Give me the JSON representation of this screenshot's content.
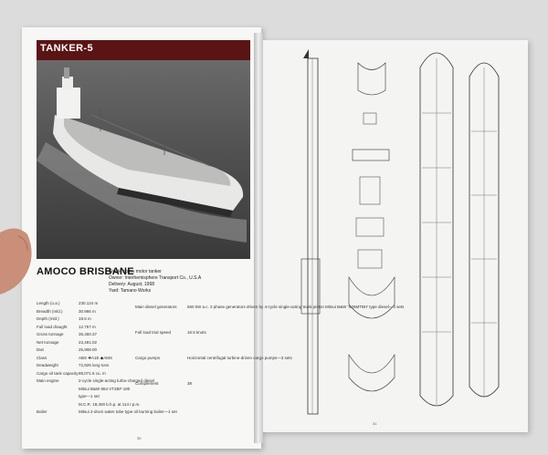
{
  "left_page": {
    "section_title": "TANKER-5",
    "ship_name": "AMOCO BRISBANE",
    "meta": {
      "type": "Single screw motor tanker",
      "owner": "Owner: Interhemisphere Transport Co., U.S.A",
      "delivery": "Delivery: August, 1968",
      "yard": "Yard: Tamano Works"
    },
    "specs_left": [
      {
        "label": "Length (o.a.)",
        "value": "230.124 m"
      },
      {
        "label": "Breadth (mld.)",
        "value": "30.966 m"
      },
      {
        "label": "Depth (mld.)",
        "value": "19.6 m"
      },
      {
        "label": "Full load draught",
        "value": "12.757 m"
      },
      {
        "label": "Gross tonnage",
        "value": "35,450.37"
      },
      {
        "label": "Net tonnage",
        "value": "23,491.02"
      },
      {
        "label": "Dwt",
        "value": "25,908.00"
      },
      {
        "label": "Class",
        "value": "ABS ✚A1E ◆AMS"
      },
      {
        "label": "Deadweight",
        "value": "72,825 long tons"
      },
      {
        "label": "Cargo oil tank capacity",
        "value": "88,071.6 cu. m"
      },
      {
        "label": "Main engine",
        "value": "2-cycle single-acting turbo-charged diesel"
      },
      {
        "label": "",
        "value": "Mitsui B&W 884 VT2BF-180"
      },
      {
        "label": "",
        "value": "type—1 set"
      },
      {
        "label": "",
        "value": "M.C.R. 18,400 b.h.p. at 114 r.p.m."
      },
      {
        "label": "Boiler",
        "value": "Mitsui 2-drum water tube type oil burning boiler—1 set"
      }
    ],
    "specs_right": [
      {
        "label": "Main diesel generators",
        "value": "560 kW a.c. 3 phase generators driven by 4-cycle single-acting trunk piston Mitsui B&W 'S26MTBH' type diesel—3 sets"
      },
      {
        "label": "Full load trial speed",
        "value": "16.5 knots"
      },
      {
        "label": "Cargo pumps",
        "value": "Horizontal centrifugal turbine-driven cargo pumps—3 sets"
      },
      {
        "label": "Complement",
        "value": "38"
      }
    ],
    "page_number": "30"
  },
  "right_page": {
    "page_number": "31"
  }
}
